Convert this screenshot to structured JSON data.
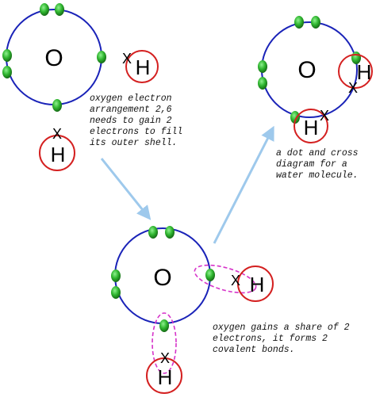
{
  "labels": {
    "oxygen": "O",
    "hydrogen": "H",
    "cross": "X"
  },
  "notes": {
    "oxygen_arrangement": [
      "oxygen electron",
      "arrangement 2,6",
      "needs to gain 2",
      "electrons to fill",
      "its outer shell."
    ],
    "dot_and_cross": [
      "a dot and cross",
      "diagram for a",
      "water molecule."
    ],
    "covalent": [
      "oxygen gains a share of 2",
      "electrons, it forms 2",
      "covalent bonds."
    ]
  },
  "colors": {
    "shell": "#1a23b8",
    "hydrogen_ring": "#d42020",
    "electron": "#2fb52f",
    "arrow": "#9ec9ec",
    "bond_outline": "#d633c9"
  }
}
